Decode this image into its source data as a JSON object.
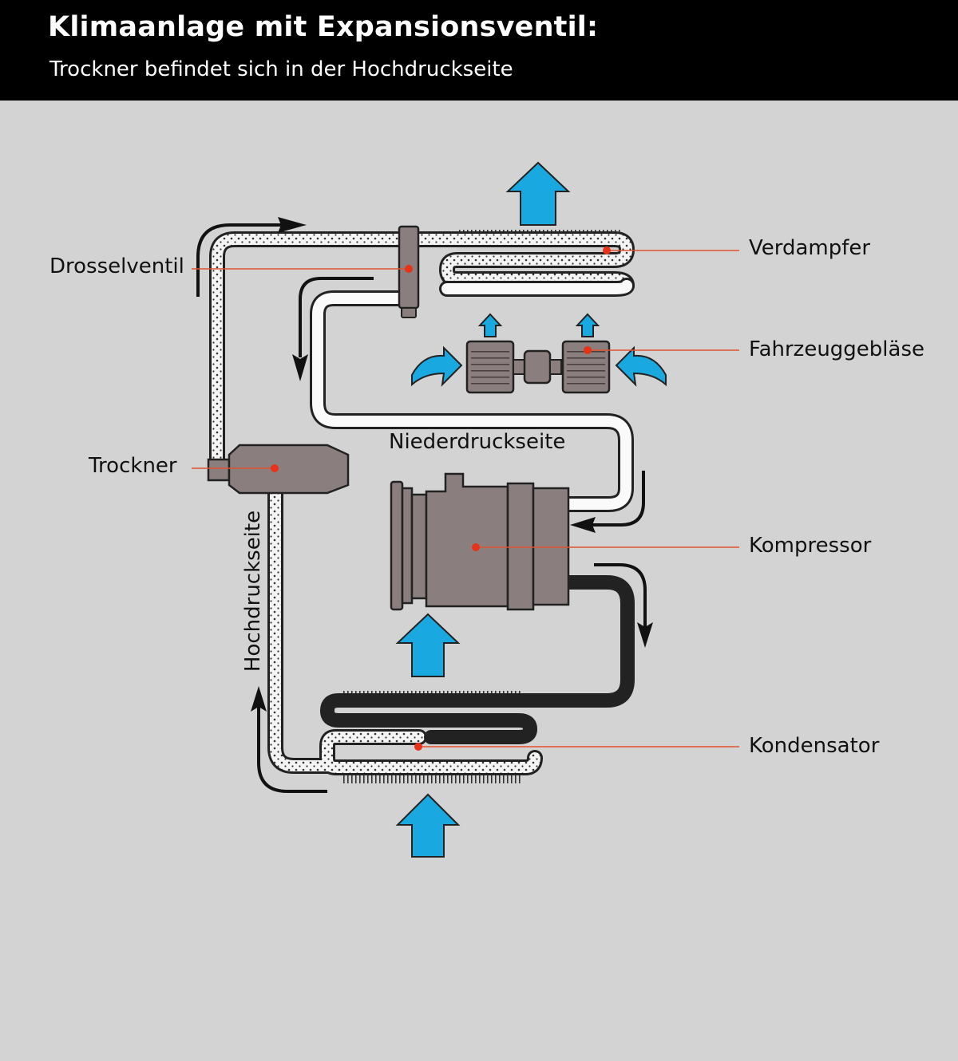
{
  "header": {
    "title": "Klimaanlage mit Expansionsventil:",
    "subtitle": "Trockner befindet sich in der Hochdruckseite"
  },
  "labels": {
    "verdampfer": "Verdampfer",
    "drosselventil": "Drosselventil",
    "fahrzeuggeblaese": "Fahrzeuggebläse",
    "niederdruckseite": "Niederdruckseite",
    "trockner": "Trockner",
    "kompressor": "Kompressor",
    "kondensator": "Kondensator",
    "hochdruckseite": "Hochdruckseite"
  },
  "colors": {
    "background": "#d3d3d3",
    "header": "#000000",
    "component": "#8a7e7e",
    "airflow": "#1aa8e0",
    "leader": "#e0532e",
    "dot": "#e8321a"
  }
}
